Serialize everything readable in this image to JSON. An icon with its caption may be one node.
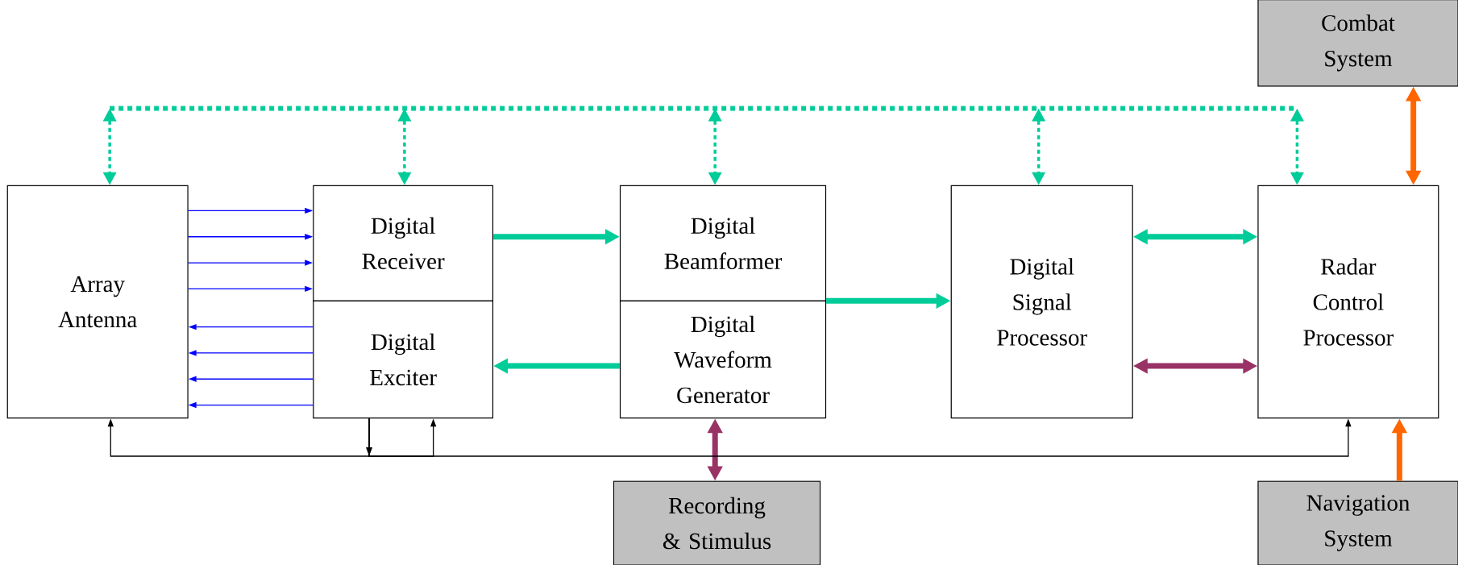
{
  "diagram": {
    "nodes": [
      {
        "text": [
          "Combat System"
        ]
      },
      {
        "text": [
          "Array Antenna"
        ]
      },
      {
        "text": [
          "Digital Receiver"
        ]
      },
      {
        "text": [
          "Digital Beamformer"
        ]
      },
      {
        "text": [
          "Digital Signal Processor"
        ]
      },
      {
        "text": [
          "Radar Control Processor"
        ]
      },
      {
        "text": [
          "Digital Exciter"
        ]
      },
      {
        "text": [
          "Digital Waveform Generator"
        ]
      },
      {
        "text": [
          "Recording & Stimulus"
        ]
      },
      {
        "text": [
          "Navigation System"
        ]
      }
    ],
    "edges": [
      {
        "from": 1,
        "to": 2,
        "arrow": "to",
        "color": "#0000ff"
      },
      {
        "from": 1,
        "to": 2,
        "arrow": "to",
        "color": "#0000ff"
      },
      {
        "from": 1,
        "to": 2,
        "arrow": "to",
        "color": "#0000ff"
      },
      {
        "from": 1,
        "to": 2,
        "arrow": "to",
        "color": "#0000ff"
      },
      {
        "from": 6,
        "to": 1,
        "arrow": "to",
        "color": "#0000ff"
      },
      {
        "from": 6,
        "to": 1,
        "arrow": "to",
        "color": "#0000ff"
      },
      {
        "from": 6,
        "to": 1,
        "arrow": "to",
        "color": "#0000ff"
      },
      {
        "from": 6,
        "to": 1,
        "arrow": "to",
        "color": "#0000ff"
      },
      {
        "from": 2,
        "to": 3,
        "arrow": "to",
        "style": "thick",
        "color": "#00cc99"
      },
      {
        "from": 7,
        "to": 6,
        "arrow": "to",
        "style": "thick",
        "color": "#00cc99"
      },
      {
        "from": 3,
        "to": 4,
        "arrow": "to",
        "style": "thick",
        "color": "#00cc99"
      },
      {
        "from": 4,
        "to": 5,
        "arrow": "both",
        "style": "thick",
        "color": "#00cc99"
      },
      {
        "from": 4,
        "to": 5,
        "arrow": "both",
        "style": "thick",
        "color": "#993366"
      },
      {
        "from": 5,
        "to": 0,
        "arrow": "both",
        "style": "thick",
        "color": "#ff6600"
      },
      {
        "from": 9,
        "to": 5,
        "arrow": "to",
        "style": "thick",
        "color": "#ff6600"
      },
      {
        "from": 7,
        "to": 8,
        "arrow": "both",
        "style": "thick",
        "color": "#993366"
      },
      {
        "from": null,
        "to": 1,
        "arrow": "both",
        "style": "dashed",
        "color": "#00cc99"
      },
      {
        "from": null,
        "to": 2,
        "arrow": "both",
        "style": "dashed",
        "color": "#00cc99"
      },
      {
        "from": null,
        "to": 3,
        "arrow": "both",
        "style": "dashed",
        "color": "#00cc99"
      },
      {
        "from": null,
        "to": 4,
        "arrow": "both",
        "style": "dashed",
        "color": "#00cc99"
      },
      {
        "from": null,
        "to": 5,
        "arrow": "both",
        "style": "dashed",
        "color": "#00cc99"
      },
      {
        "from": 6,
        "to": 1,
        "arrow": "to",
        "color": "#000000"
      },
      {
        "from": 6,
        "to": 6,
        "arrow": "to",
        "color": "#000000"
      },
      {
        "from": 6,
        "to": 5,
        "arrow": "to",
        "color": "#000000"
      }
    ]
  }
}
